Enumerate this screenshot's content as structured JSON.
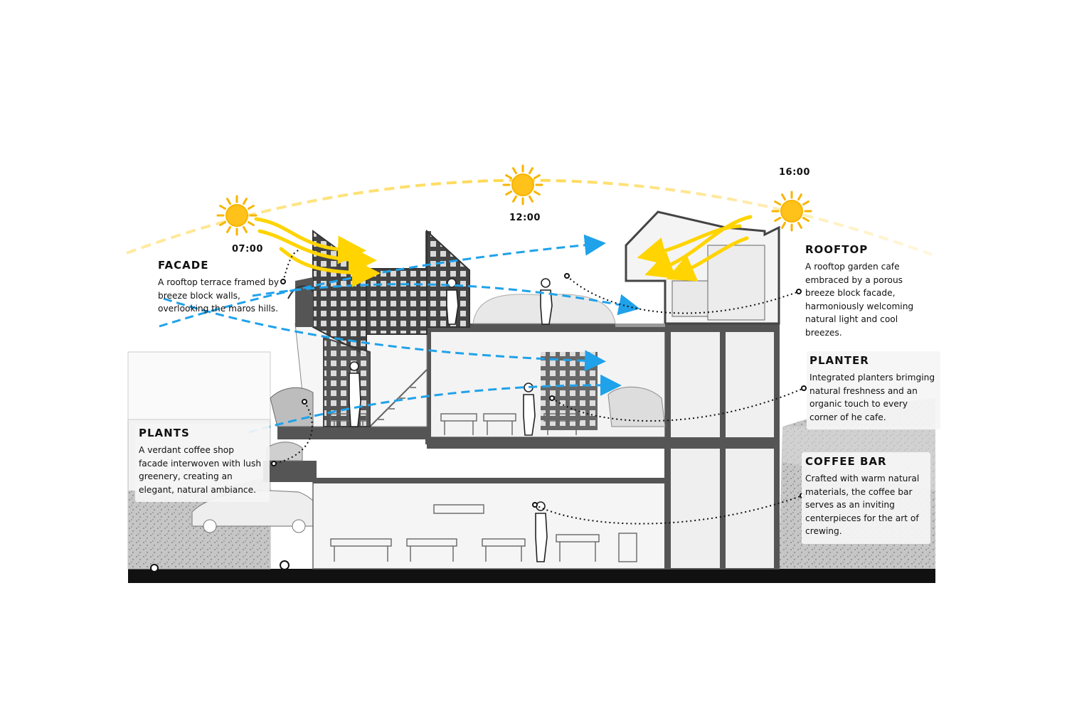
{
  "sun_path": {
    "times": [
      "07:00",
      "12:00",
      "16:00"
    ],
    "colors": {
      "sun": "#f7b500",
      "sun_ray": "#ffd400",
      "arc": "#ffd84d",
      "airflow": "#1fa2ea",
      "structure": "#555555"
    }
  },
  "callouts": {
    "facade": {
      "title": "FACADE",
      "lines": [
        "A rooftop terrace framed by",
        "breeze block walls,",
        "overlooking the maros hills."
      ]
    },
    "rooftop": {
      "title": "ROOFTOP",
      "lines": [
        "A rooftop garden cafe",
        "embraced by a porous",
        "breeze block facade,",
        "harmoniously welcoming",
        "natural light and cool",
        "breezes."
      ]
    },
    "planter": {
      "title": "PLANTER",
      "lines": [
        "Integrated planters brimging",
        "natural freshness and an",
        "organic touch to every",
        "corner of he cafe."
      ]
    },
    "plants": {
      "title": "PLANTS",
      "lines": [
        "A verdant coffee shop",
        "facade interwoven with lush",
        "greenery, creating an",
        "elegant, natural ambiance."
      ]
    },
    "coffee_bar": {
      "title": "COFFEE BAR",
      "lines": [
        "Crafted with warm natural",
        "materials, the coffee bar",
        "serves as an inviting",
        "centerpieces for the art of",
        "crewing."
      ]
    }
  }
}
